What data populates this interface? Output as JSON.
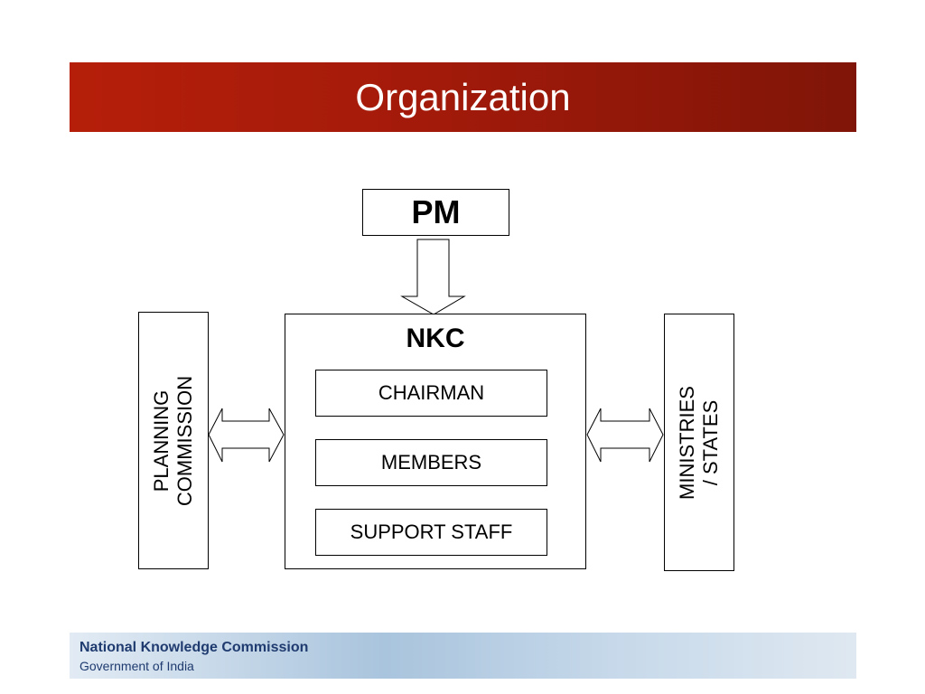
{
  "slide": {
    "title": "Organization"
  },
  "diagram": {
    "top_node": "PM",
    "center_node": "NKC",
    "center_children": [
      "CHAIRMAN",
      "MEMBERS",
      "SUPPORT STAFF"
    ],
    "left_node": [
      "PLANNING",
      "COMMISSION"
    ],
    "right_node": [
      "MINISTRIES",
      "/ STATES"
    ]
  },
  "footer": {
    "title": "National Knowledge Commission",
    "subtitle": "Government of India"
  },
  "colors": {
    "title_bar": "#a31a0a",
    "footer_text": "#1f3b6f",
    "footer_band": "#a9c4dd"
  }
}
